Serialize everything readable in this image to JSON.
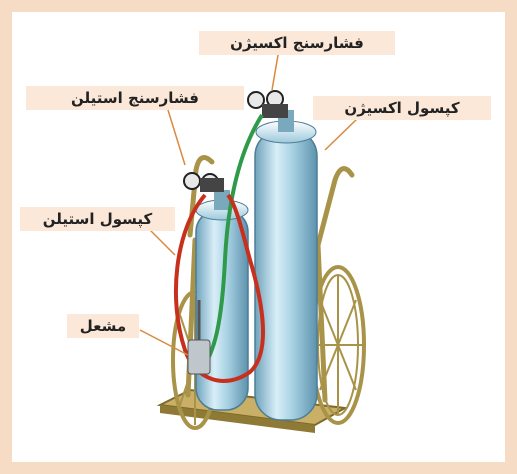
{
  "labels": {
    "oxygen_regulator": "فشارسنج اکسیژن",
    "acetylene_regulator": "فشارسنج استیلن",
    "oxygen_cylinder": "کپسول اکسیژن",
    "acetylene_cylinder": "کپسول استیلن",
    "torch": "مشعل"
  },
  "colors": {
    "background": "#f6dcc4",
    "label_bg": "#fbe8d8",
    "leader": "#d98a3e",
    "cylinder": "#9cc9dc",
    "cart": "#a89348",
    "oxygen_hose": "#2f9a4a",
    "acetylene_hose": "#c8301e"
  }
}
